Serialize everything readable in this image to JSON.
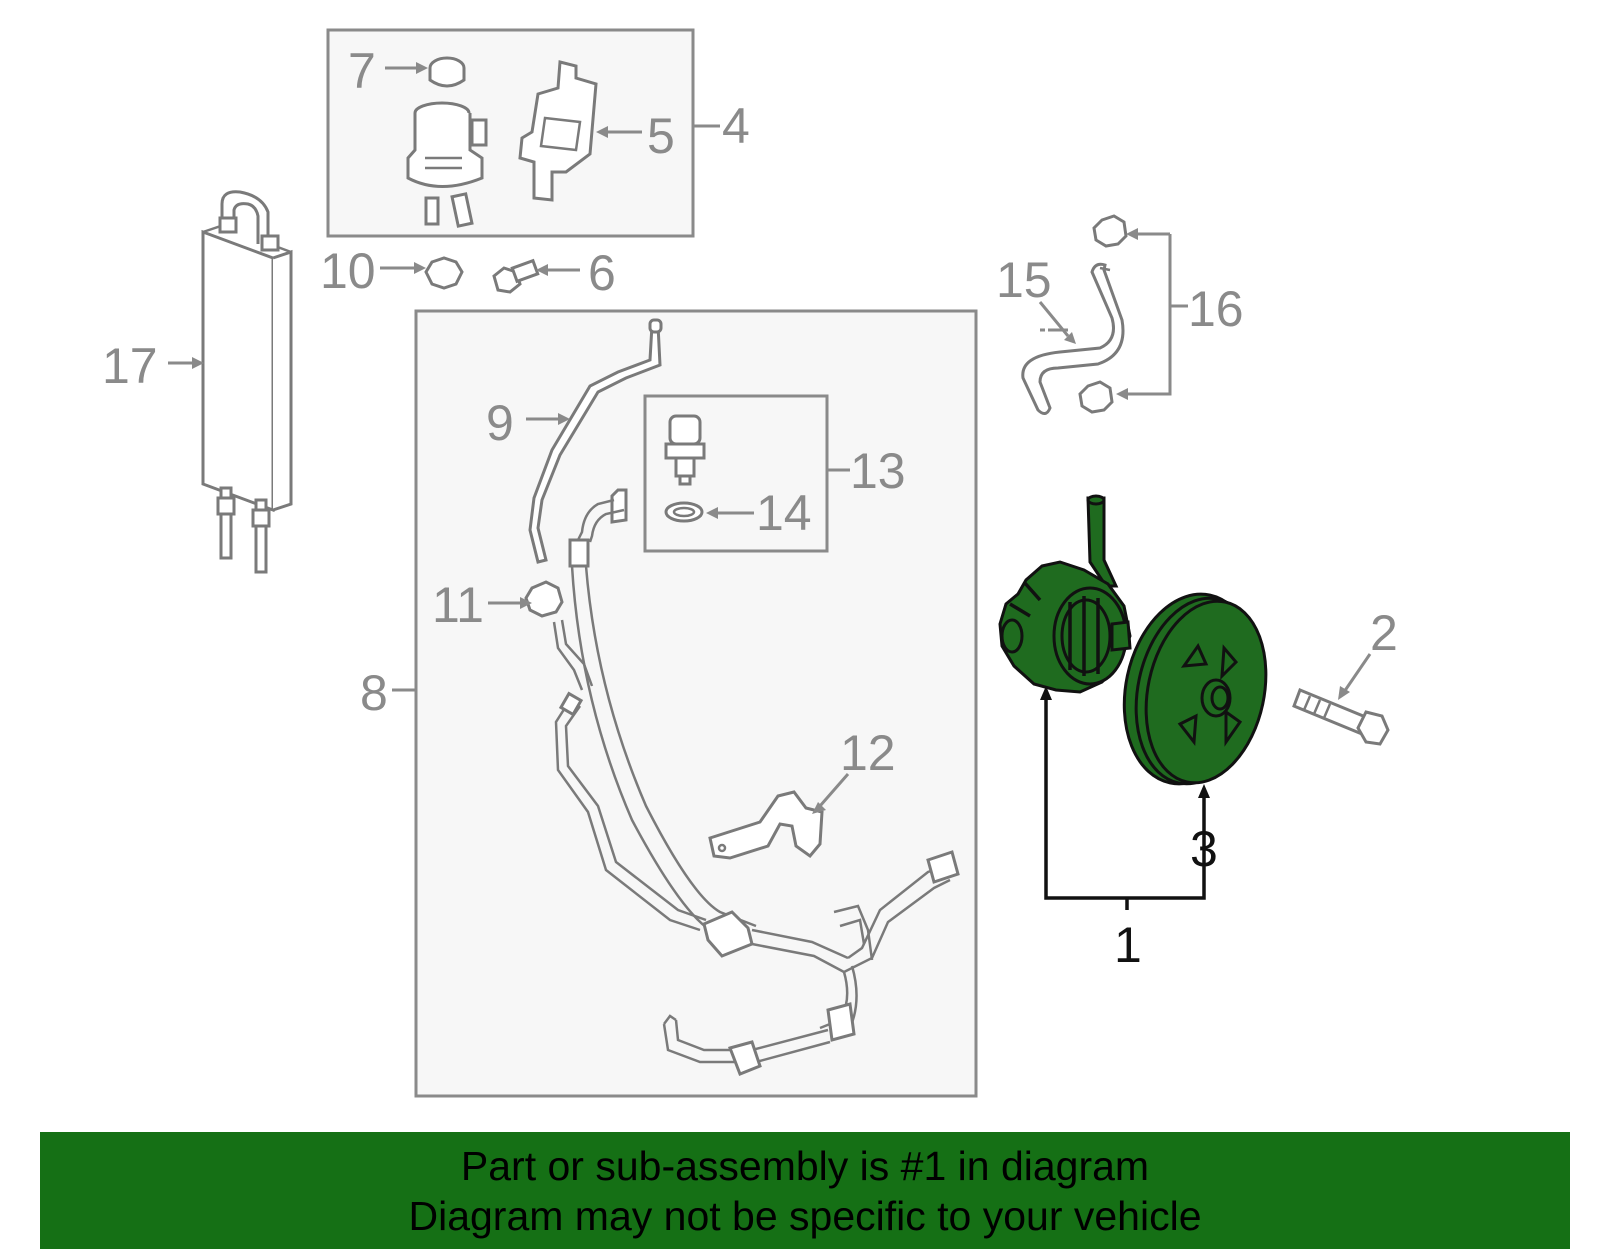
{
  "callouts": {
    "c1": "1",
    "c2": "2",
    "c3": "3",
    "c4": "4",
    "c5": "5",
    "c6": "6",
    "c7": "7",
    "c8": "8",
    "c9": "9",
    "c10": "10",
    "c11": "11",
    "c12": "12",
    "c13": "13",
    "c14": "14",
    "c15": "15",
    "c16": "16",
    "c17": "17"
  },
  "banner": {
    "line1": "Part or sub-assembly is #1 in diagram",
    "line2": "Diagram may not be specific to your vehicle"
  },
  "colors": {
    "highlight": "#1f6b1f",
    "banner": "#157015",
    "grey": "#8a8a8a"
  }
}
